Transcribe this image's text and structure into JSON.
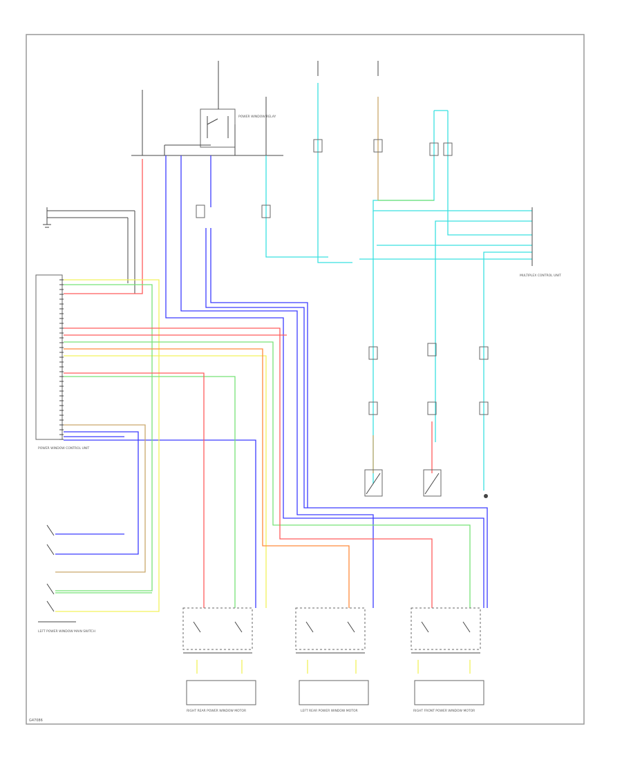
{
  "colors": {
    "red": "#ff5a5a",
    "blue": "#3b3bff",
    "cyan": "#38e0e0",
    "green": "#76e276",
    "yellow": "#f2f25a",
    "orange": "#ff8a3a",
    "tan": "#c9a86a",
    "black": "#444444"
  },
  "component_labels": [
    "POWER WINDOW CONTROL UNIT",
    "LEFT POWER WINDOW MAIN SWITCH",
    "RIGHT REAR POWER WINDOW MOTOR",
    "LEFT REAR POWER WINDOW MOTOR",
    "RIGHT FRONT POWER WINDOW MOTOR",
    "POWER WINDOW RELAY",
    "MULTIPLEX CONTROL UNIT"
  ],
  "footer_code": "G47086"
}
